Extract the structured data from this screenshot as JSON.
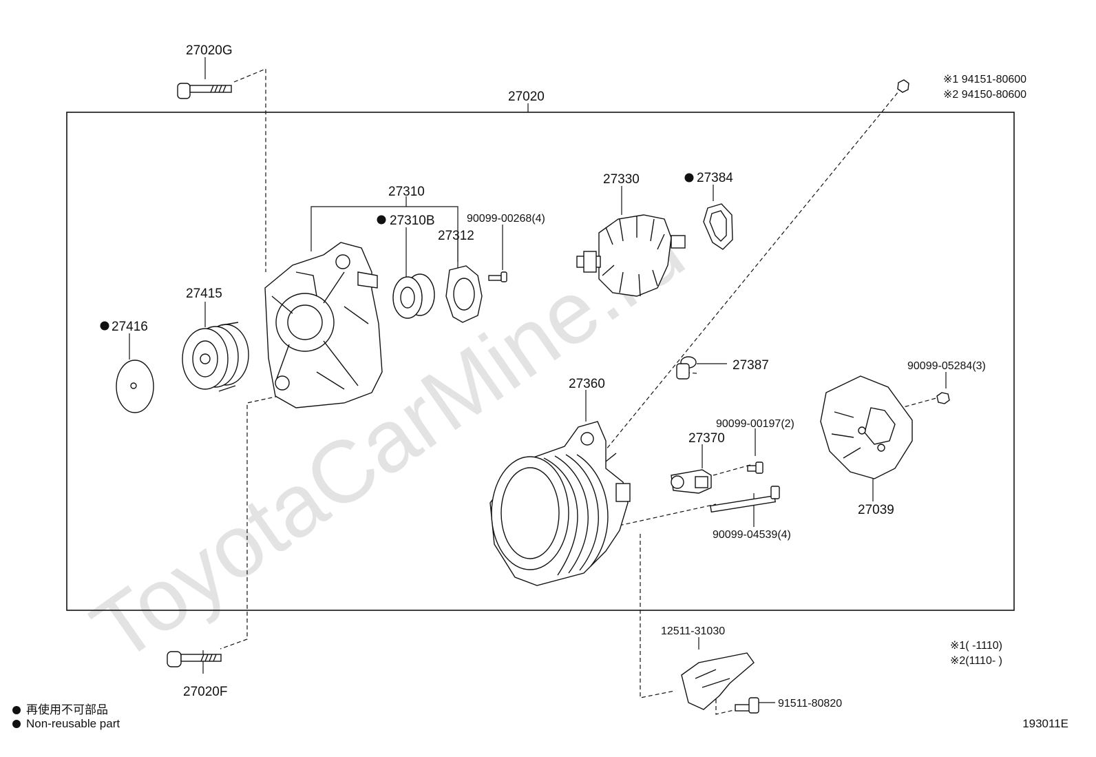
{
  "watermark": "ToyotaCarMine.ru",
  "assembly_label": "27020",
  "parts": {
    "p27020G": "27020G",
    "p27020F": "27020F",
    "p27416": "27416",
    "p27415": "27415",
    "p27310": "27310",
    "p27310B": "27310B",
    "p27312": "27312",
    "p90099_00268": "90099-00268(4)",
    "p27330": "27330",
    "p27384": "27384",
    "p27387": "27387",
    "p27360": "27360",
    "p27370": "27370",
    "p90099_00197": "90099-00197(2)",
    "p90099_04539": "90099-04539(4)",
    "p90099_05284": "90099-05284(3)",
    "p27039": "27039",
    "p12511_31030": "12511-31030",
    "p91511_80820": "91511-80820"
  },
  "nut_callouts": {
    "line1": "※1 94151-80600",
    "line2": "※2 94150-80600"
  },
  "footnotes": {
    "line1": "※1(        -1110)",
    "line2": "※2(1110-        )"
  },
  "legend": {
    "japanese": "再使用不可部品",
    "english": "Non-reusable part"
  },
  "diagram_code": "193011E"
}
